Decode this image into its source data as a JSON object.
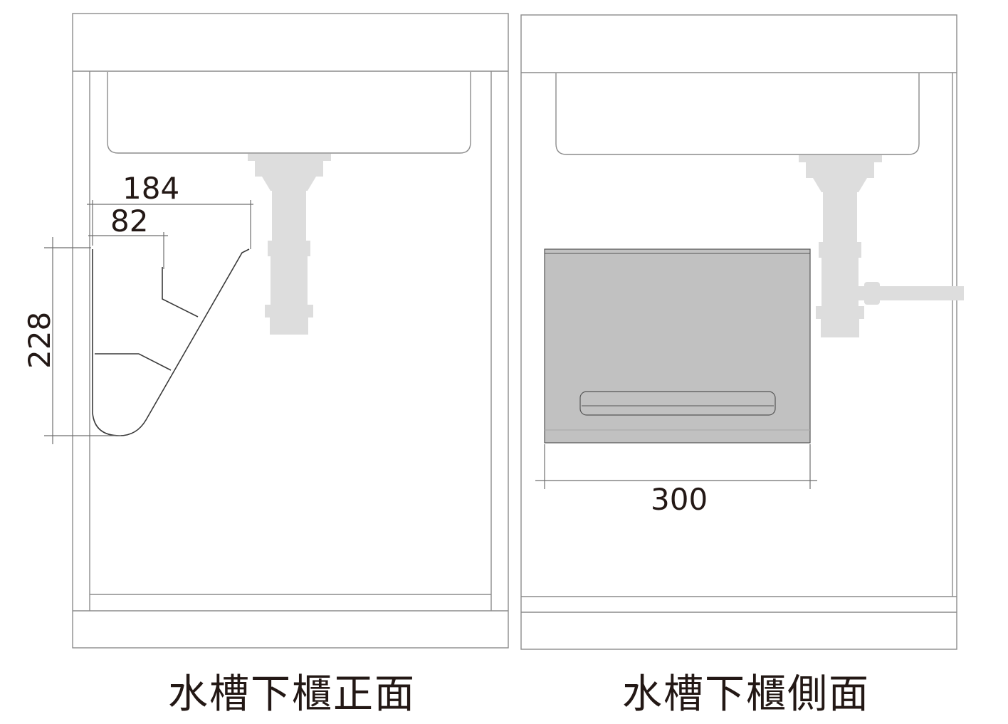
{
  "colors": {
    "line": "#8c8c8c",
    "dim_line": "#6e6e6e",
    "pipe": "#dddddd",
    "bin_fill": "#c1c1c1",
    "text": "#231815"
  },
  "front_view": {
    "caption": "水槽下櫃正面",
    "dim_top_outer": "184",
    "dim_top_inner": "82",
    "dim_height": "228"
  },
  "side_view": {
    "caption": "水槽下櫃側面",
    "dim_width": "300"
  }
}
